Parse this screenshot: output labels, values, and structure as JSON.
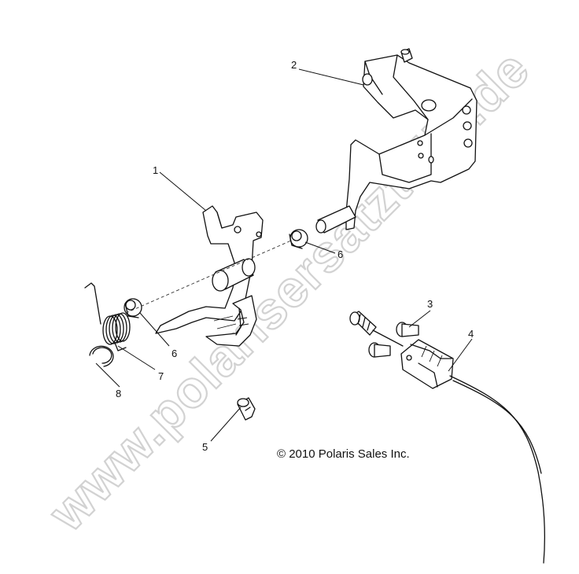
{
  "watermark": "www.polarisersatzteile.de",
  "copyright": "© 2010 Polaris Sales Inc.",
  "callouts": {
    "c1": "1",
    "c2": "2",
    "c3": "3",
    "c4": "4",
    "c5": "5",
    "c6a": "6",
    "c6b": "6",
    "c7": "7",
    "c8": "8"
  },
  "colors": {
    "line": "#111111",
    "watermark_outline": "#d2d2d2",
    "background": "#ffffff"
  }
}
